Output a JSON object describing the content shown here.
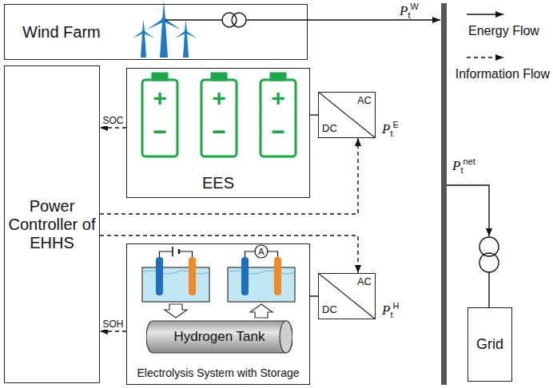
{
  "diagram": {
    "nodes": [
      {
        "text": [
          "Wind Farm"
        ]
      },
      {
        "text": [
          "Power Controller of EHHS"
        ]
      },
      {
        "text": [
          "EES"
        ]
      },
      {
        "text": [
          "DC",
          "AC"
        ]
      },
      {
        "text": [
          "Electrolysis System with Storage"
        ]
      },
      {
        "text": [
          "Hydrogen Tank"
        ],
        "in": 4
      },
      {
        "text": [
          "DC",
          "AC"
        ]
      },
      {
        "text": [
          "Grid"
        ]
      }
    ],
    "edges": [
      {
        "from": 2,
        "to": 3,
        "arrow": "none"
      },
      {
        "from": 4,
        "to": 6,
        "arrow": "none"
      },
      {
        "from": 2,
        "to": 1,
        "label": "SOC",
        "arrow": "to"
      },
      {
        "from": 4,
        "to": 1,
        "label": "SOH",
        "arrow": "to"
      },
      {
        "from": 1,
        "to": 3,
        "arrow": "to"
      },
      {
        "from": 1,
        "to": 6,
        "arrow": "to"
      }
    ],
    "labels": [
      "PtW",
      "+",
      "+",
      "+",
      "−",
      "−",
      "−",
      "A",
      "PtE",
      "PtH",
      "Ptnet"
    ],
    "legend": [
      {
        "text": "Energy Flow"
      },
      {
        "text": "Information Flow"
      }
    ]
  }
}
